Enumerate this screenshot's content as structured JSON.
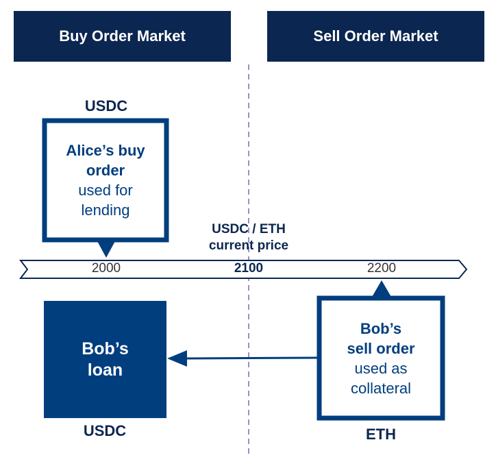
{
  "headers": {
    "buy_market": "Buy Order Market",
    "sell_market": "Sell Order Market"
  },
  "currencies": {
    "top_left": "USDC",
    "bottom_left": "USDC",
    "bottom_right": "ETH"
  },
  "alice_callout": {
    "bold_line1": "Alice’s buy",
    "bold_line2": "order",
    "line3": "used for",
    "line4": "lending"
  },
  "bob_callout": {
    "bold_line1": "Bob’s",
    "bold_line2": "sell order",
    "line3": "used as",
    "line4": "collateral"
  },
  "loan_box": {
    "line1": "Bob’s",
    "line2": "loan"
  },
  "price_axis": {
    "title_line1": "USDC / ETH",
    "title_line2": "current price",
    "ticks": [
      "2000",
      "2100",
      "2200"
    ],
    "current": "2100"
  },
  "colors": {
    "header_bg": "#0b2650",
    "accent": "#003e7e",
    "divider": "#9b8fc4"
  }
}
